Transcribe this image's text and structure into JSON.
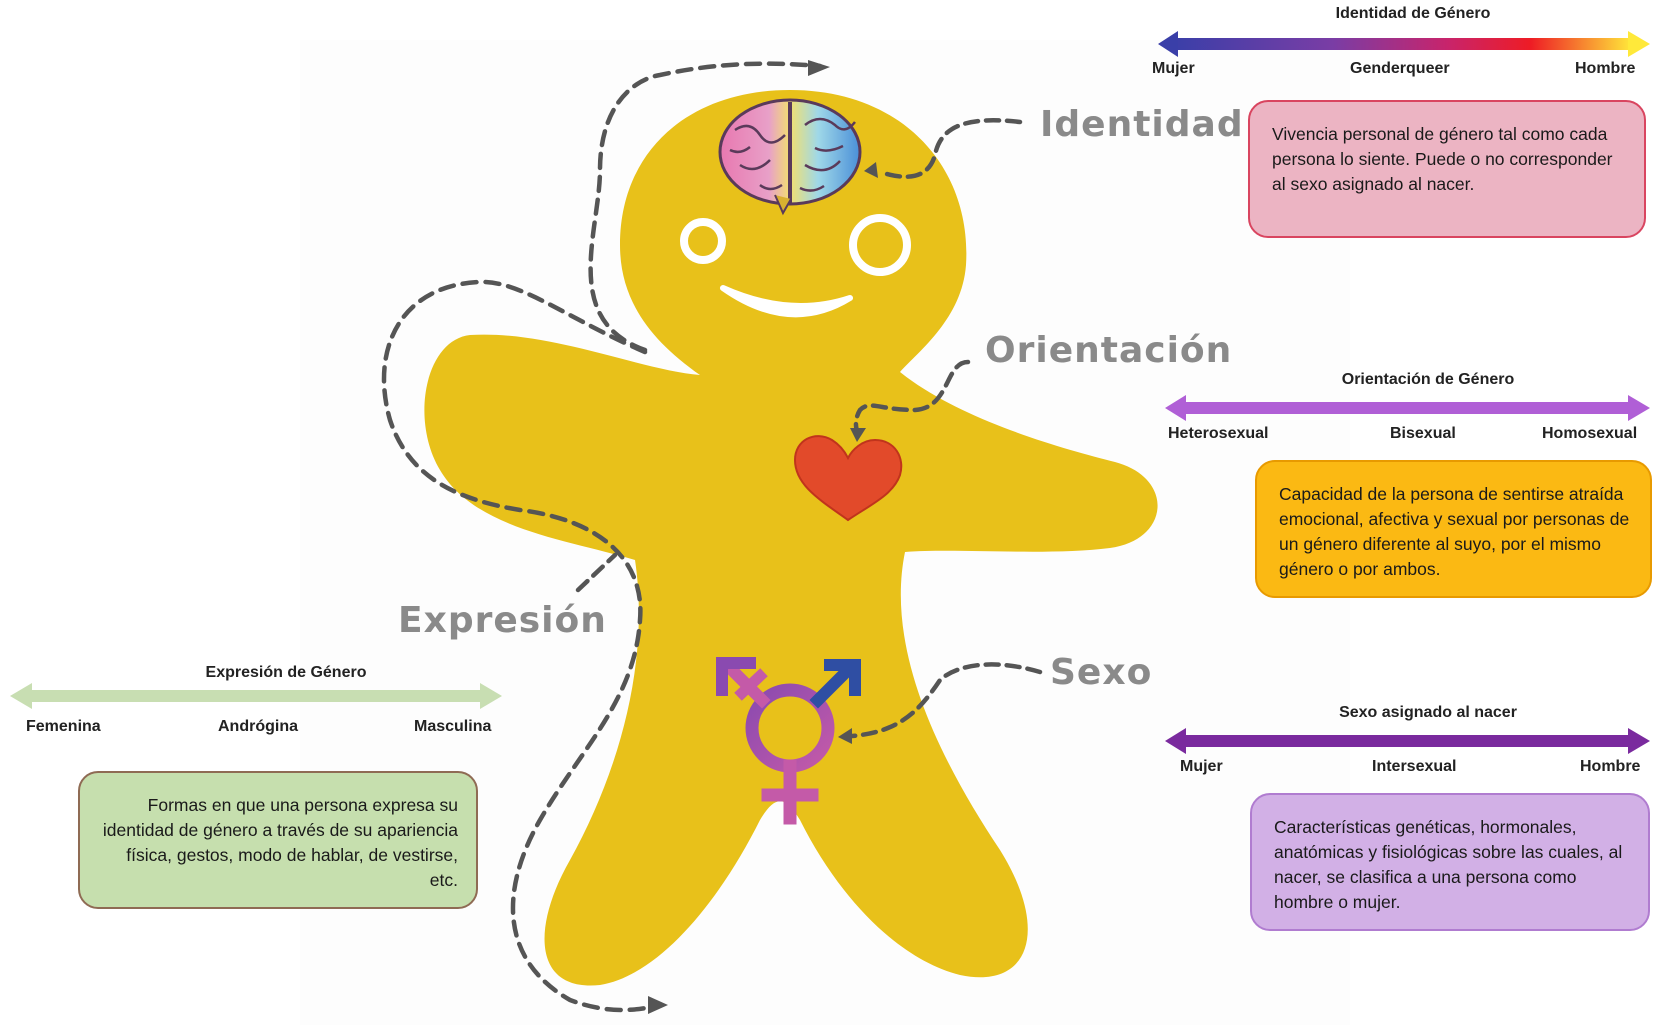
{
  "labels": {
    "identidad": "Identidad",
    "orientacion": "Orientación",
    "expresion": "Expresión",
    "sexo": "Sexo"
  },
  "scales": {
    "identidad": {
      "title": "Identidad de Género",
      "left": "Mujer",
      "middle": "Genderqueer",
      "right": "Hombre",
      "description": "Vivencia personal de género tal como cada persona lo siente. Puede o no corresponder al sexo asignado al nacer."
    },
    "orientacion": {
      "title": "Orientación de Género",
      "left": "Heterosexual",
      "middle": "Bisexual",
      "right": "Homosexual",
      "description": "Capacidad de la persona de sentirse atraída emocional, afectiva y sexual por personas de un género diferente al suyo, por el mismo género o por ambos."
    },
    "expresion": {
      "title": "Expresión de Género",
      "left": "Femenina",
      "middle": "Andrógina",
      "right": "Masculina",
      "description": "Formas en que una persona expresa su identidad de género a través de su apariencia física, gestos, modo de hablar, de vestirse, etc."
    },
    "sexo": {
      "title": "Sexo asignado al nacer",
      "left": "Mujer",
      "middle": "Intersexual",
      "right": "Hombre",
      "description": "Características genéticas, hormonales, anatómicas y fisiológicas sobre las cuales, al nacer, se clasifica a una persona como hombre o mujer."
    }
  },
  "colors": {
    "figure": "#e8c11a",
    "identidad_box": "#ecb4c3",
    "identidad_border": "#d94560",
    "orientacion_box": "#fbb913",
    "orientacion_border": "#e89a00",
    "orientacion_arrow": "#b05fd6",
    "expresion_box": "#c6dfae",
    "expresion_border": "#8f6b54",
    "expresion_arrow": "#c8deb2",
    "sexo_box": "#d2b0e6",
    "sexo_border": "#b07cd0",
    "sexo_arrow": "#7a2a9e",
    "heart": "#e24a2a",
    "symbol_pink": "#c45aa8",
    "symbol_blue": "#2f4ea3",
    "label_grey": "#8a8a8a"
  },
  "icons": [
    "brain-icon",
    "heart-icon",
    "transgender-symbol-icon"
  ]
}
